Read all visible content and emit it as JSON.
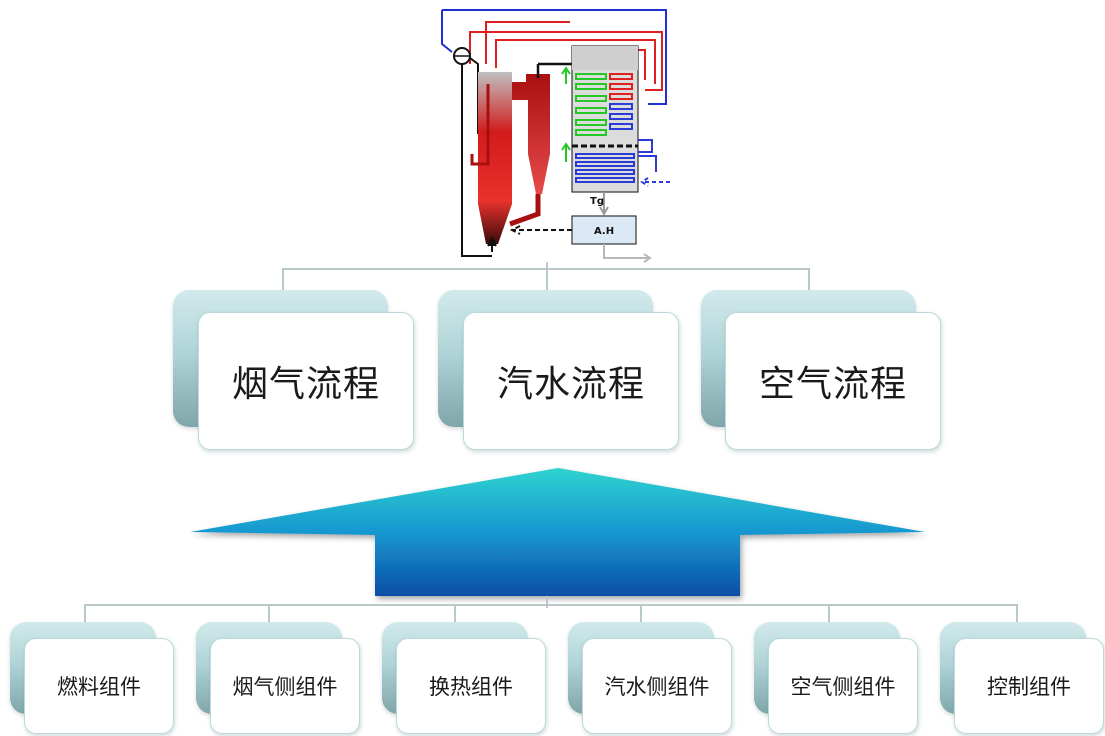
{
  "schematic": {
    "flue_temp_label": "Tg",
    "air_heater_label": "A.H"
  },
  "processes": [
    {
      "label": "烟气流程"
    },
    {
      "label": "汽水流程"
    },
    {
      "label": "空气流程"
    }
  ],
  "components": [
    {
      "label": "燃料组件"
    },
    {
      "label": "烟气侧组件"
    },
    {
      "label": "换热组件"
    },
    {
      "label": "汽水侧组件"
    },
    {
      "label": "空气侧组件"
    },
    {
      "label": "控制组件"
    }
  ],
  "colors": {
    "card_gradient_top": "#d2eaec",
    "card_gradient_bottom": "#7fa6a9",
    "arrow_top": "#2fd3d0",
    "arrow_bottom": "#0b4ea6",
    "connector": "#b9c8c9"
  }
}
